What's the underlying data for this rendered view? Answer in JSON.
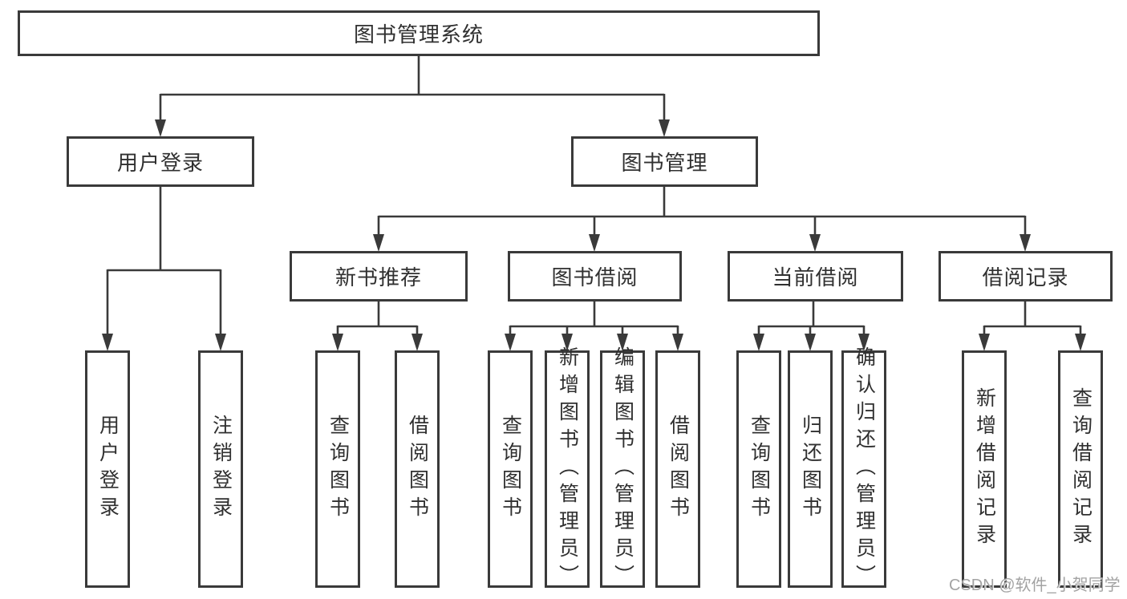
{
  "diagram": {
    "root": "图书管理系统",
    "level2": {
      "user_login_group": "用户登录",
      "book_mgmt_group": "图书管理"
    },
    "level3": {
      "new_books": "新书推荐",
      "book_borrow": "图书借阅",
      "current_borrow": "当前借阅",
      "borrow_records": "借阅记录"
    },
    "leaves": {
      "user_login": "用户登录",
      "logout": "注销登录",
      "nb_query_books": "查询图书",
      "nb_borrow_books": "借阅图书",
      "bb_query_books": "查询图书",
      "bb_add_books_admin": "新增图书（管理员）",
      "bb_edit_books_admin": "编辑图书（管理员）",
      "bb_borrow_books": "借阅图书",
      "cb_query_books": "查询图书",
      "cb_return_books": "归还图书",
      "cb_confirm_return_admin": "确认归还（管理员）",
      "br_add_record": "新增借阅记录",
      "br_query_record": "查询借阅记录"
    }
  },
  "watermark": "CSDN @软件_小贺同学",
  "colors": {
    "line": "#3a3a3a",
    "box_border": "#3a3a3a",
    "text": "#303030",
    "watermark": "#a3a3a3",
    "background": "#ffffff"
  }
}
